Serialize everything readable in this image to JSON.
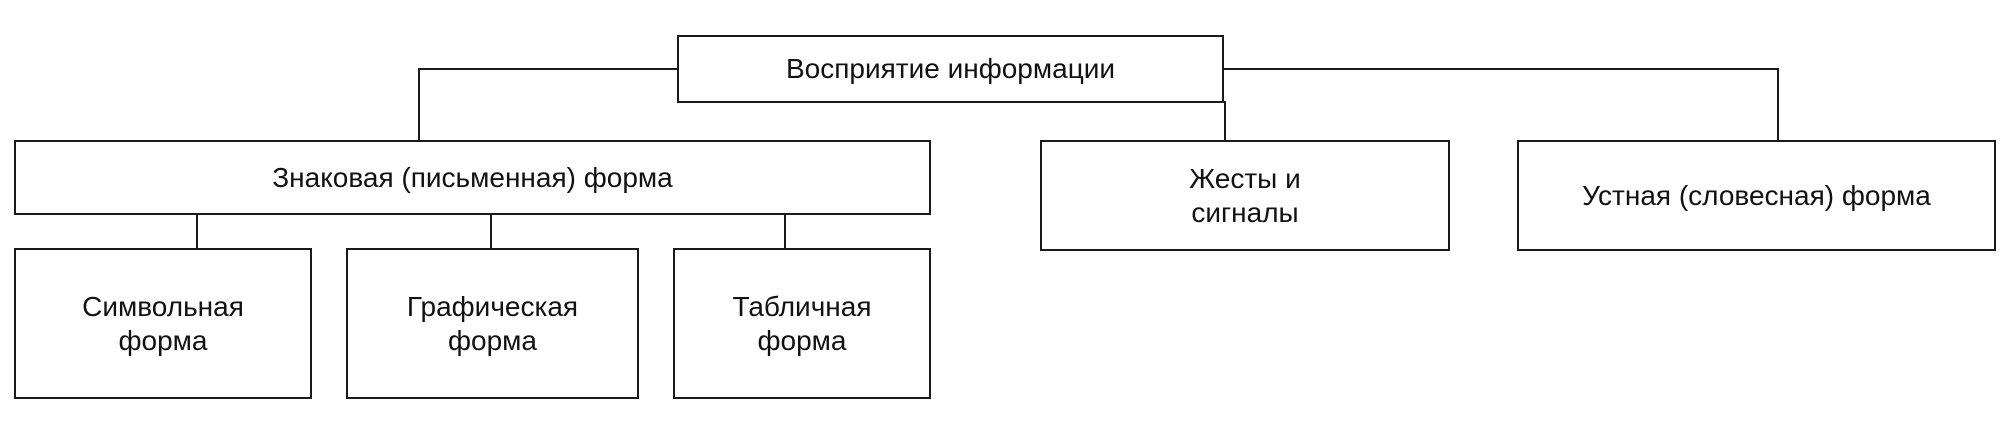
{
  "diagram": {
    "root": {
      "label": "Восприятие информации"
    },
    "branches": [
      {
        "label": "Знаковая (письменная) форма"
      },
      {
        "label": "Жесты и\nсигналы"
      },
      {
        "label": "Устная (словесная) форма"
      }
    ],
    "subforms": [
      {
        "label": "Символьная\nформа"
      },
      {
        "label": "Графическая\nформа"
      },
      {
        "label": "Табличная\nформа"
      }
    ]
  }
}
